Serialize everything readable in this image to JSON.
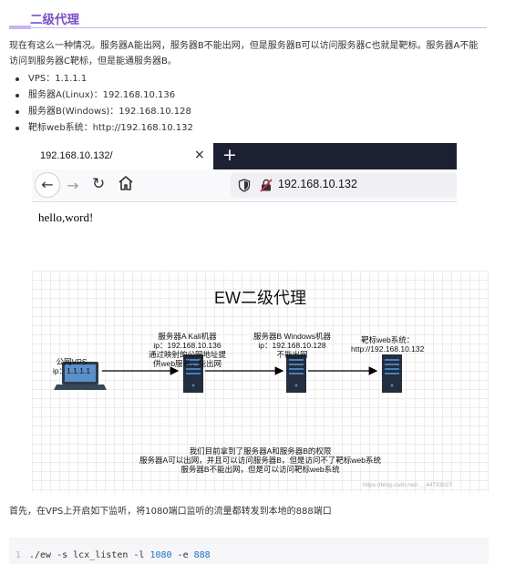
{
  "heading": "二级代理",
  "intro": "现在有这么一种情况。服务器A能出网，服务器B不能出网，但是服务器B可以访问服务器C也就是靶标。服务器A不能访问到服务器C靶标，但是能通服务器B。",
  "bullets": [
    "VPS：1.1.1.1",
    "服务器A(Linux)：192.168.10.136",
    "服务器B(Windows)：192.168.10.128",
    "靶标web系统：http://192.168.10.132"
  ],
  "browser": {
    "tab_title": "192.168.10.132/",
    "close_glyph": "×",
    "new_tab_glyph": "+",
    "back_glyph": "←",
    "forward_glyph": "→",
    "reload_glyph": "↻",
    "url": "192.168.10.132",
    "page_text": "hello,word!",
    "icons": [
      "back-icon",
      "forward-icon",
      "reload-icon",
      "home-icon",
      "shield-icon",
      "insecure-lock-icon",
      "close-icon",
      "plus-icon"
    ]
  },
  "diagram": {
    "title": "EW二级代理",
    "vps_label": [
      "公网VPS",
      "ip：1.1.1.1"
    ],
    "server_a_label": [
      "服务器A Kali机器",
      "ip：192.168.10.136",
      "通过映射的公网地址提",
      "供web服务，能出网"
    ],
    "server_b_label": [
      "服务器B Windows机器",
      "ip：192.168.10.128",
      "不能出网"
    ],
    "target_label": [
      "靶标web系统：",
      "http://192.168.10.132"
    ],
    "caption": [
      "我们目前拿到了服务器A和服务器B的权限",
      "服务器A可以出网，并且可以访问服务器B，但是访问不了靶标web系统",
      "服务器B不能出网，但是可以访问靶标web系统"
    ],
    "watermark": "https://blog.csdn.net/..._44793027",
    "colors": {
      "server": "#232f3e",
      "stripe": "#4a7fbf",
      "arrow": "#000000",
      "grid": "#ececec"
    }
  },
  "after_text": "首先，在VPS上开启如下监听，将1080端口监听的流量都转发到本地的888端口",
  "code": {
    "line_number": "1",
    "cmd": "./ew -s lcx_listen -l ",
    "port1": "1080",
    "mid": " -e ",
    "port2": "888"
  }
}
